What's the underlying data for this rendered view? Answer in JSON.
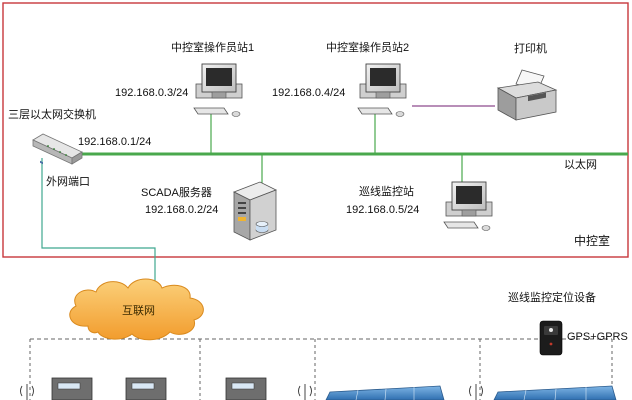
{
  "room": {
    "label": "中控室"
  },
  "network": {
    "label": "以太网"
  },
  "switch": {
    "label": "三层以太网交换机",
    "ip": "192.168.0.1/24",
    "port_label": "外网端口"
  },
  "workstations": [
    {
      "label": "中控室操作员站1",
      "ip": "192.168.0.3/24"
    },
    {
      "label": "中控室操作员站2",
      "ip": "192.168.0.4/24"
    }
  ],
  "printer": {
    "label": "打印机"
  },
  "server": {
    "label": "SCADA服务器",
    "ip": "192.168.0.2/24"
  },
  "patrol_station": {
    "label": "巡线监控站",
    "ip": "192.168.0.5/24"
  },
  "internet": {
    "label": "互联网"
  },
  "patrol_device": {
    "title": "巡线监控定位设备",
    "label": "GPS+GPRS"
  },
  "colors": {
    "border": "#c8373c",
    "ethernet": "#49a84c",
    "uplink": "#3fa88f",
    "printer_link": "#8e4b8e",
    "cloud": "#f6b34a"
  }
}
